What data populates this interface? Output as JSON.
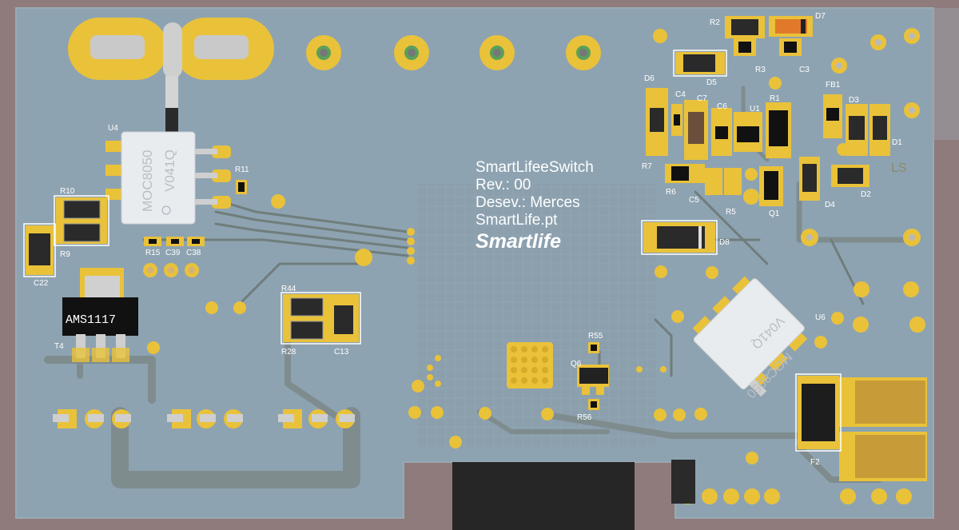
{
  "colors": {
    "background": "#8f7a7c",
    "board": "#8ea3b1",
    "trace": "#7e8d93",
    "copper_pad": "#e9c23a",
    "silkscreen": "#ffffff",
    "ic_body": "#2b2b2b",
    "optocoupler_body": "#e9ecef"
  },
  "board": {
    "info_lines": [
      "SmartLifeeSwitch",
      "Rev.: 00",
      "Desev.: Merces",
      "SmartLife.pt"
    ],
    "logo": "Smartlife"
  },
  "components": {
    "regulator_ref": "T4",
    "regulator_marking": "AMS1117",
    "opto_u4": {
      "ref": "U4",
      "line1": "MOC8050",
      "line2": "V041Q"
    },
    "opto_u6": {
      "ref": "U6",
      "line1": "MOC8050",
      "line2": "V041Q"
    },
    "refs": {
      "R10": "R10",
      "R9": "R9",
      "C22": "C22",
      "R11": "R11",
      "R15": "R15",
      "C39": "C39",
      "C38": "C38",
      "R44": "R44",
      "R28": "R28",
      "C13": "C13",
      "R55": "R55",
      "Q6": "Q6",
      "R56": "R56",
      "D8": "D8",
      "R2": "R2",
      "D7": "D7",
      "R3": "R3",
      "C3": "C3",
      "D5": "D5",
      "D6": "D6",
      "C4": "C4",
      "C7": "C7",
      "C6": "C6",
      "U1": "U1",
      "R1": "R1",
      "FB1": "FB1",
      "D3": "D3",
      "D1": "D1",
      "R7": "R7",
      "R6": "R6",
      "C5": "C5",
      "R5": "R5",
      "Q1": "Q1",
      "D4": "D4",
      "D2": "D2",
      "LS": "LS",
      "F2": "F2"
    }
  }
}
